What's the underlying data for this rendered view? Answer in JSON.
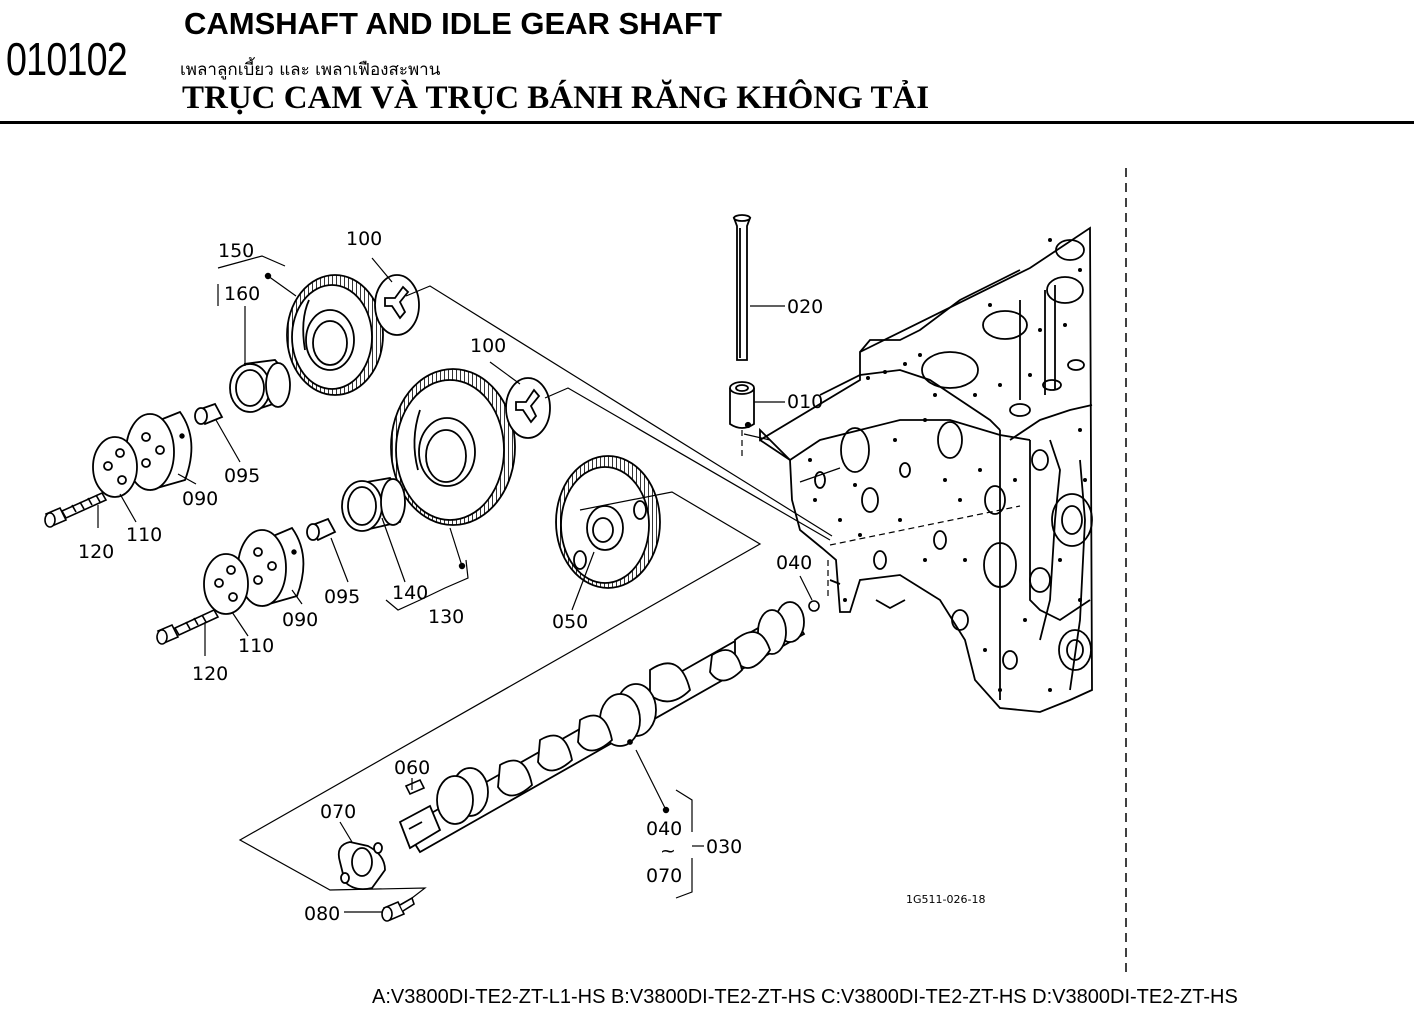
{
  "header": {
    "page_code": "010102",
    "title_en": "CAMSHAFT AND IDLE GEAR SHAFT",
    "title_th": "เพลาลูกเบี้ยว และ เพลาเฟืองสะพาน",
    "title_vi": "TRỤC CAM VÀ TRỤC BÁNH RĂNG KHÔNG TẢI"
  },
  "diagram": {
    "ref_number": "1G511-026-18",
    "parts": {
      "p150": "150",
      "p160": "160",
      "p100a": "100",
      "p100b": "100",
      "p020": "020",
      "p010": "010",
      "p095a": "095",
      "p090a": "090",
      "p110a": "110",
      "p120a": "120",
      "p095b": "095",
      "p090b": "090",
      "p110b": "110",
      "p120b": "120",
      "p140": "140",
      "p130": "130",
      "p050": "050",
      "p040": "040",
      "p060": "060",
      "p070": "070",
      "p080": "080",
      "p040b": "040",
      "tilde": "~",
      "p070b": "070",
      "p030": "030"
    }
  },
  "footer": {
    "models": "A:V3800DI-TE2-ZT-L1-HS B:V3800DI-TE2-ZT-HS C:V3800DI-TE2-ZT-HS D:V3800DI-TE2-ZT-HS"
  }
}
